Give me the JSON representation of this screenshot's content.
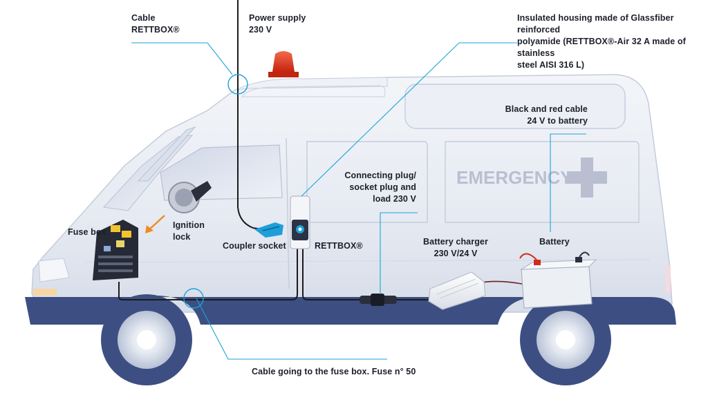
{
  "labels": {
    "cable_rettbox": "Cable\nRETTBOX®",
    "power_supply": "Power supply\n230 V",
    "insulated_housing": "Insulated housing made of Glassfiber reinforced\npolyamide (RETTBOX®-Air 32 A made of stainless\nsteel AISI 316 L)",
    "black_red_cable": "Black and red cable\n24 V to battery",
    "connecting_plug": "Connecting plug/\nsocket plug and\nload 230 V",
    "fuse_box": "Fuse box",
    "ignition_lock": "Ignition\nlock",
    "coupler_socket": "Coupler socket",
    "rettbox": "RETTBOX®",
    "battery_charger": "Battery charger\n230 V/24 V",
    "battery": "Battery",
    "cable_fuse_box": "Cable going to the fuse box. Fuse n° 50"
  },
  "vehicle": {
    "side_text": "EMERGENCY"
  },
  "colors": {
    "leader_line": "#1aa3d9",
    "body": "#e9edf4",
    "bumper": "#3d4f82",
    "beacon": "#e8341c",
    "cable": "#1a1a1a",
    "arrow": "#f08a1e"
  }
}
